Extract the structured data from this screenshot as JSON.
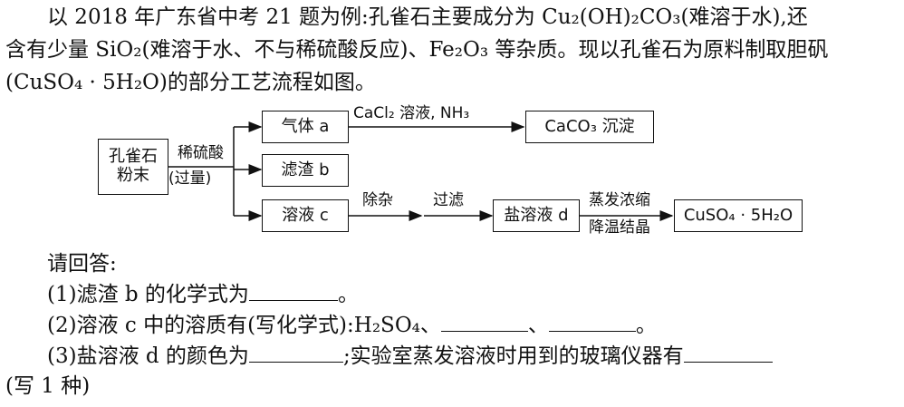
{
  "intro": {
    "line1": "以 2018 年广东省中考 21 题为例:孔雀石主要成分为 Cu₂(OH)₂CO₃(难溶于水),还",
    "line2": "含有少量 SiO₂(难溶于水、不与稀硫酸反应)、Fe₂O₃ 等杂质。现以孔雀石为原料制取胆矾",
    "line3": "(CuSO₄ · 5H₂O)的部分工艺流程如图。"
  },
  "flow": {
    "raw_material_line1": "孔雀石",
    "raw_material_line2": "粉末",
    "reagent_line1": "稀硫酸",
    "reagent_line2": "(过量)",
    "gas_a": "气体 a",
    "gas_reagent": "CaCl₂ 溶液, NH₃",
    "precipitate": "CaCO₃ 沉淀",
    "residue_b": "滤渣 b",
    "solution_c": "溶液 c",
    "step_remove": "除杂",
    "step_filter": "过滤",
    "salt_solution_d": "盐溶液 d",
    "step_evaporate": "蒸发浓缩",
    "step_cool": "降温结晶",
    "product": "CuSO₄ · 5H₂O"
  },
  "questions": {
    "prompt": "请回答:",
    "q1": "(1)滤渣 b 的化学式为",
    "q1_end": "。",
    "q2": "(2)溶液 c 中的溶质有(写化学式):H₂SO₄、",
    "q2_sep": "、",
    "q2_end": "。",
    "q3": "(3)盐溶液 d 的颜色为",
    "q3_mid": ";实验室蒸发溶液时用到的玻璃仪器有",
    "q3_end": "(写 1 种)"
  }
}
